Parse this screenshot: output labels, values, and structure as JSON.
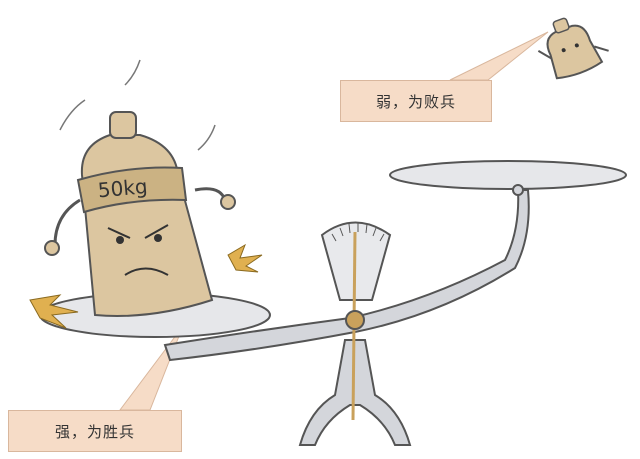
{
  "callouts": {
    "weak": "弱，为败兵",
    "strong": "强，为胜兵"
  },
  "heavy_weight": {
    "label": "50kg"
  },
  "colors": {
    "callout_bg": "#f6dcc7",
    "callout_border": "#d9b79d",
    "weight_body": "#dcc6a0",
    "metal": "#d4d6db"
  }
}
